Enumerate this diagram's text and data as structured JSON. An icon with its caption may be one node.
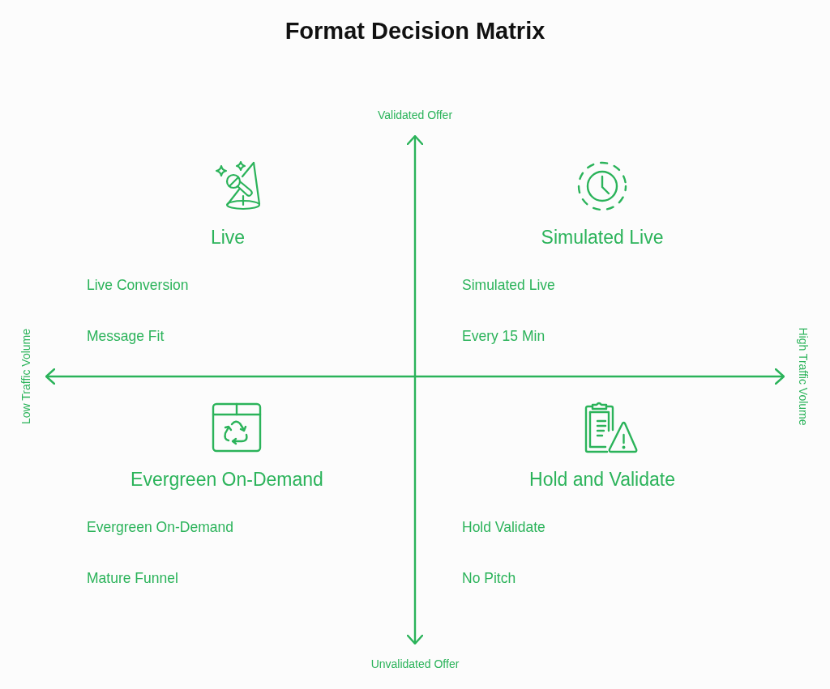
{
  "diagram": {
    "title": "Format Decision Matrix",
    "labels": [
      "Validated Offer",
      "Live",
      "Simulated Live",
      "Live Conversion",
      "Simulated Live",
      "Message Fit",
      "Every 15 Min",
      "Low Traffic Volume",
      "High Traffic Volume",
      "Evergreen On-Demand",
      "Hold and Validate",
      "Evergreen On-Demand",
      "Hold Validate",
      "Mature Funnel",
      "No Pitch",
      "Unvalidated Offer"
    ]
  }
}
